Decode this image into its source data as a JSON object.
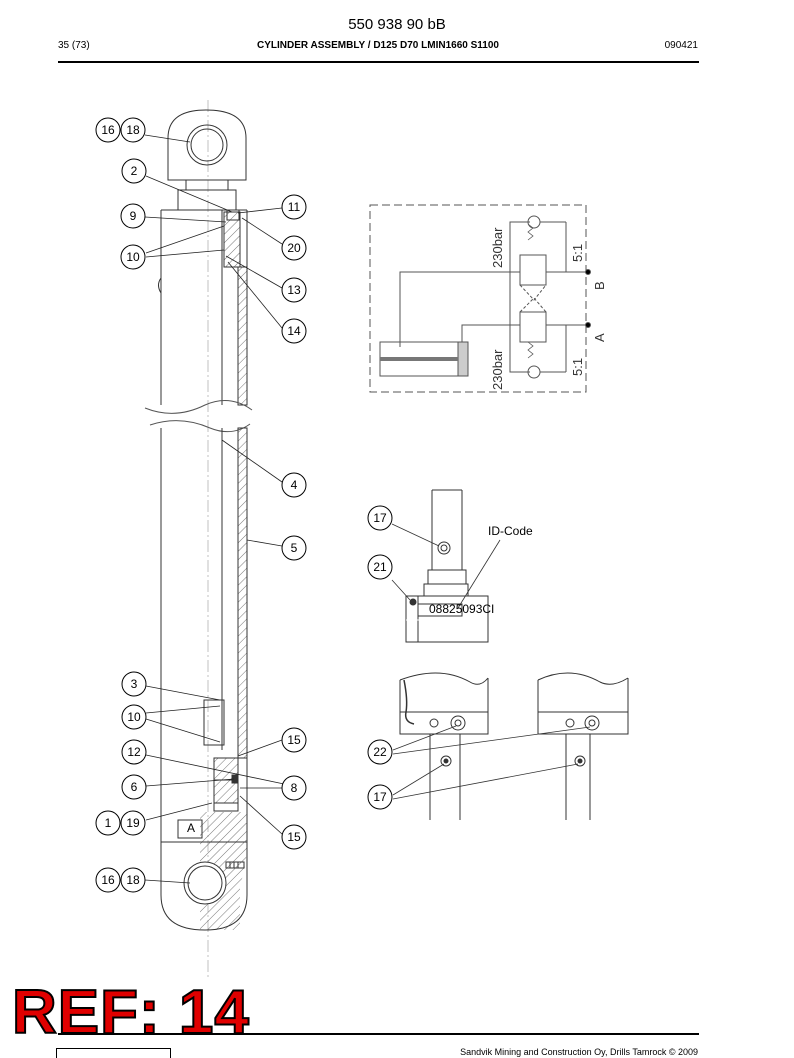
{
  "header": {
    "doc_number": "550 938 90 bB",
    "page_ref": "35 (73)",
    "title": "CYLINDER ASSEMBLY / D125 D70 LMIN1660 S1100",
    "date": "090421"
  },
  "footer": {
    "copyright": "Sandvik Mining and Construction Oy, Drills Tamrock © 2009"
  },
  "stamp": {
    "text": "REF: 14",
    "color": "#e00000"
  },
  "schematic": {
    "pressure_top": "230bar",
    "pressure_bottom": "230bar",
    "ratio_top": "5:1",
    "ratio_bottom": "5:1",
    "port_b": "B",
    "port_a": "A"
  },
  "detail": {
    "id_code_label": "ID-Code",
    "id_plate_text": "08825093CI"
  },
  "cylinder": {
    "port_mark": "A"
  },
  "callouts": {
    "c16a": "16",
    "c18a": "18",
    "c2": "2",
    "c9": "9",
    "c11": "11",
    "c10a": "10",
    "c20": "20",
    "c13": "13",
    "c14": "14",
    "c4": "4",
    "c5": "5",
    "c17a": "17",
    "c21": "21",
    "c3": "3",
    "c10b": "10",
    "c15a": "15",
    "c12": "12",
    "c6": "6",
    "c8": "8",
    "c1": "1",
    "c19": "19",
    "c15b": "15",
    "c16b": "16",
    "c18b": "18",
    "c22": "22",
    "c17b": "17"
  }
}
